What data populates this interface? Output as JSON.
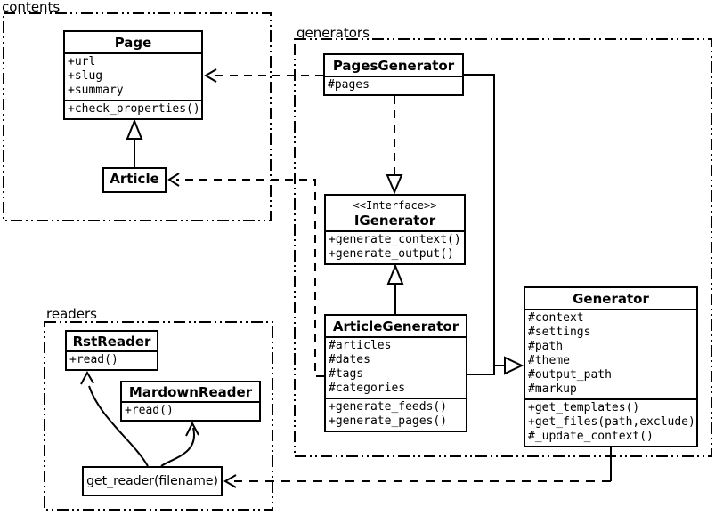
{
  "diagram": {
    "kind": "uml-class-diagram",
    "ink_color": "#000000",
    "paper_color": "#ffffff"
  },
  "packages": {
    "contents": {
      "label": "contents"
    },
    "generators": {
      "label": "generators"
    },
    "readers": {
      "label": "readers"
    }
  },
  "classes": {
    "page": {
      "name": "Page",
      "attrs": [
        "+url",
        "+slug",
        "+summary"
      ],
      "methods": [
        "+check_properties()"
      ]
    },
    "article": {
      "name": "Article"
    },
    "pages_generator": {
      "name": "PagesGenerator",
      "attrs": [
        "#pages"
      ]
    },
    "igenerator": {
      "stereotype": "<<Interface>>",
      "name": "IGenerator",
      "methods": [
        "+generate_context()",
        "+generate_output()"
      ]
    },
    "article_generator": {
      "name": "ArticleGenerator",
      "attrs": [
        "#articles",
        "#dates",
        "#tags",
        "#categories"
      ],
      "methods": [
        "+generate_feeds()",
        "+generate_pages()"
      ]
    },
    "generator": {
      "name": "Generator",
      "attrs": [
        "#context",
        "#settings",
        "#path",
        "#theme",
        "#output_path",
        "#markup"
      ],
      "methods": [
        "+get_templates()",
        "+get_files(path,exclude)",
        "#_update_context()"
      ]
    },
    "rst_reader": {
      "name": "RstReader",
      "methods": [
        "+read()"
      ]
    },
    "markdown_reader": {
      "name": "MardownReader",
      "methods": [
        "+read()"
      ]
    },
    "get_reader": {
      "label": "get_reader(filename)"
    }
  },
  "relationships": [
    {
      "from": "Article",
      "to": "Page",
      "type": "generalization"
    },
    {
      "from": "PagesGenerator",
      "to": "Page",
      "type": "dependency"
    },
    {
      "from": "ArticleGenerator",
      "to": "Article",
      "type": "dependency"
    },
    {
      "from": "PagesGenerator",
      "to": "IGenerator",
      "type": "realization"
    },
    {
      "from": "ArticleGenerator",
      "to": "IGenerator",
      "type": "generalization"
    },
    {
      "from": "PagesGenerator",
      "to": "Generator",
      "type": "generalization"
    },
    {
      "from": "ArticleGenerator",
      "to": "Generator",
      "type": "generalization"
    },
    {
      "from": "Generator",
      "to": "get_reader(filename)",
      "type": "dependency"
    },
    {
      "from": "get_reader(filename)",
      "to": "RstReader",
      "type": "arrow"
    },
    {
      "from": "get_reader(filename)",
      "to": "MardownReader",
      "type": "arrow"
    }
  ]
}
